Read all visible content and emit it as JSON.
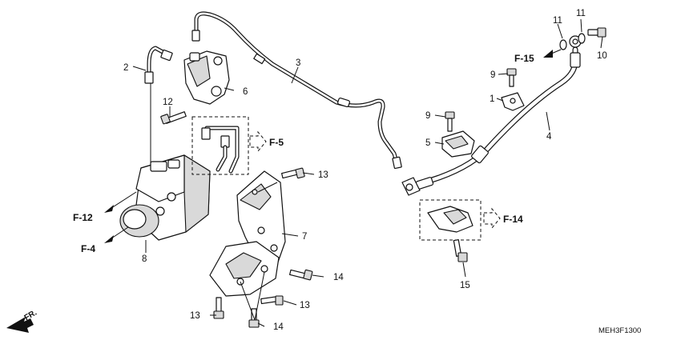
{
  "diagram": {
    "callouts": {
      "c1": "1",
      "c2": "2",
      "c3": "3",
      "c4": "4",
      "c5": "5",
      "c6": "6",
      "c7": "7",
      "c8": "8",
      "c9a": "9",
      "c9b": "9",
      "c10": "10",
      "c11a": "11",
      "c11b": "11",
      "c12": "12",
      "c13a": "13",
      "c13b": "13",
      "c13c": "13",
      "c14a": "14",
      "c14b": "14",
      "c15": "15"
    },
    "references": {
      "f5": "F-5",
      "f12": "F-12",
      "f4": "F-4",
      "f14": "F-14",
      "f15": "F-15"
    },
    "front_arrow_label": "FR.",
    "diagram_code": "MEH3F1300"
  }
}
